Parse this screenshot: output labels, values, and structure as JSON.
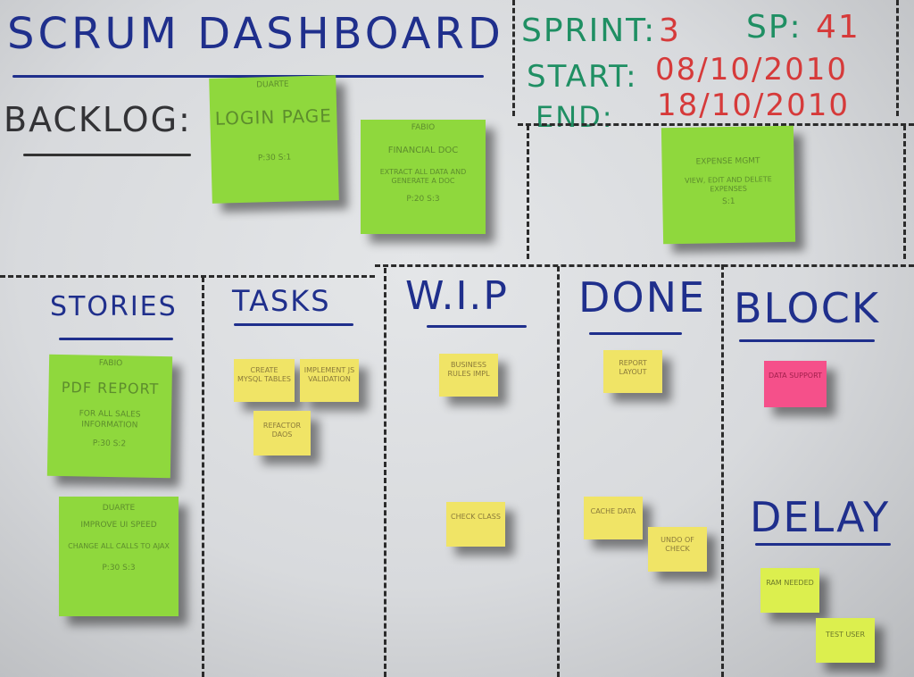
{
  "board": {
    "title": "SCRUM DASHBOARD",
    "backlog_label": "BACKLOG:",
    "sprint_label": "SPRINT:",
    "sprint_value": "3",
    "sp_label": "SP:",
    "sp_value": "41",
    "start_label": "START:",
    "start_value": "08/10/2010",
    "end_label": "END:",
    "end_value": "18/10/2010"
  },
  "columns": {
    "stories": "STORIES",
    "tasks": "TASKS",
    "wip": "W.I.P",
    "done": "DONE",
    "block": "BLOCK",
    "delay": "DELAY"
  },
  "notes": {
    "backlog_1": {
      "header": "DUARTE",
      "title": "LOGIN PAGE",
      "footer": "P:30 S:1"
    },
    "backlog_2": {
      "header": "FABIO",
      "title": "FINANCIAL DOC",
      "body": "EXTRACT ALL DATA AND GENERATE A DOC",
      "footer": "P:20 S:3"
    },
    "sprint_story": {
      "title": "EXPENSE MGMT",
      "body": "VIEW, EDIT AND DELETE EXPENSES",
      "footer": "S:1"
    },
    "story_1": {
      "header": "FABIO",
      "title": "PDF REPORT",
      "body": "FOR ALL SALES INFORMATION",
      "footer": "P:30 S:2"
    },
    "story_2": {
      "header": "DUARTE",
      "title": "IMPROVE UI SPEED",
      "body": "CHANGE ALL CALLS TO AJAX",
      "footer": "P:30 S:3"
    },
    "task_1": "CREATE MYSQL TABLES",
    "task_2": "IMPLEMENT JS VALIDATION",
    "task_3": "REFACTOR DAOS",
    "wip_1": "BUSINESS RULES IMPL",
    "wip_2": "CHECK CLASS",
    "done_1": "REPORT LAYOUT",
    "done_2": "CACHE DATA",
    "done_3": "UNDO OF CHECK",
    "block_1": "DATA SUPPORT",
    "delay_1": "RAM NEEDED",
    "delay_2": "TEST USER"
  },
  "colors": {
    "marker_blue": "#1f2f8c",
    "marker_teal": "#1f8f63",
    "marker_red": "#d63a3a",
    "note_green": "#8fd83d",
    "note_yellow": "#f0e466",
    "note_pink": "#f5508a",
    "note_lime": "#dcef4e"
  }
}
